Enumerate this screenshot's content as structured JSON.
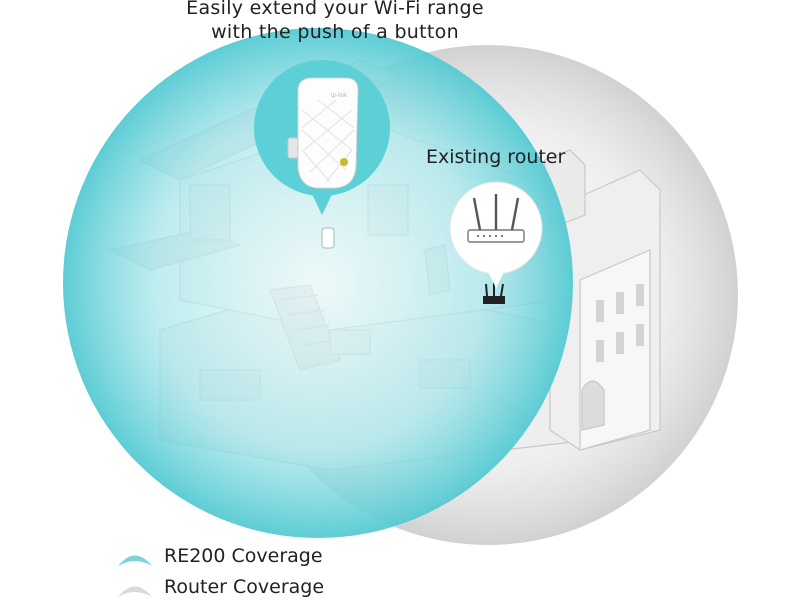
{
  "headline": {
    "line1": "Easily extend your Wi-Fi range",
    "line2": "with the push of a button"
  },
  "device": {
    "brand_mark": "tp-link"
  },
  "router": {
    "label": "Existing router"
  },
  "legend": {
    "items": [
      {
        "label": "RE200 Coverage",
        "color": "#7fd3d8"
      },
      {
        "label": "Router Coverage",
        "color": "#d9d9d9"
      }
    ]
  },
  "colors": {
    "extender_coverage": "#5ecdd5",
    "router_coverage": "#cfcfcf",
    "house_walls": "#f1f1f1",
    "house_shadow": "#d7d7d7",
    "text": "#222222"
  }
}
